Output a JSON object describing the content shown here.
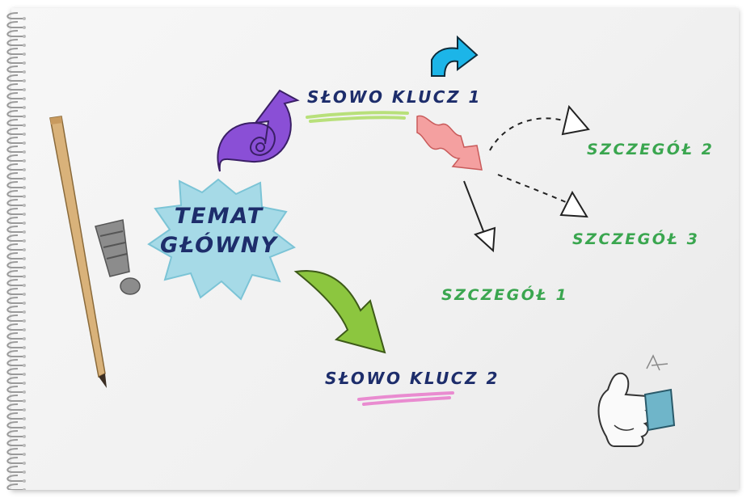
{
  "main_topic": {
    "line1": "TEMAT",
    "line2": "GŁÓWNY"
  },
  "keywords": [
    {
      "label": "SŁOWO KLUCZ 1"
    },
    {
      "label": "SŁOWO KLUCZ 2"
    }
  ],
  "details": [
    {
      "label": "SZCZEGÓŁ 1"
    },
    {
      "label": "SZCZEGÓŁ 2"
    },
    {
      "label": "SZCZEGÓŁ 3"
    }
  ],
  "colors": {
    "keyword_text": "#1d2d6b",
    "detail_text": "#3aa64f",
    "main_burst": "#9ed8e6",
    "purple_arrow": "#8a4fd6",
    "green_arrow": "#8cc63f",
    "blue_arrow": "#1cb5e8",
    "pink_arrow": "#f4a0a0",
    "underline_green": "#b8e07a",
    "underline_pink": "#e98bd0"
  },
  "decorations": [
    "pencil",
    "exclamation-mark",
    "thumbs-up",
    "spiral-binding"
  ]
}
